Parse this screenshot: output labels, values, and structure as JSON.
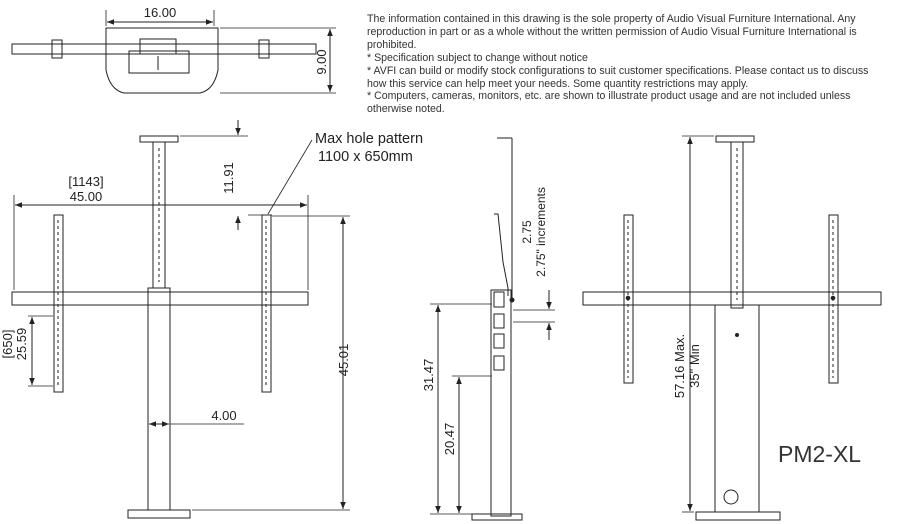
{
  "notes": [
    "The information contained in this drawing is the sole property of Audio Visual Furniture International. Any reproduction in part or as a whole without the written permission of Audio Visual Furniture International is prohibited.",
    "* Specification subject to change without notice",
    "* AVFI can build or modify stock configurations to suit customer specifications. Please contact us to discuss how this service can help meet your needs. Some quantity restrictions may apply.",
    "* Computers, cameras, monitors, etc. are shown to illustrate product usage and are not included unless otherwise noted."
  ],
  "top_view": {
    "width_dim": "16.00",
    "depth_dim": "9.00"
  },
  "front_view": {
    "callout_line1": "Max hole pattern",
    "callout_line2": "1100 x 650mm",
    "width_metric": "[1143]",
    "width_dim": "45.00",
    "top_offset_dim": "11.91",
    "rail_metric": "[650]",
    "rail_dim": "25.59",
    "height_dim": "45.01",
    "post_width_dim": "4.00"
  },
  "side_view": {
    "increment_dim": "2.75",
    "increment_label": "2.75\" increments",
    "upper_dim": "31.47",
    "lower_dim": "20.47"
  },
  "rear_view": {
    "max_label": "57.16 Max.",
    "min_label": "35\" Min"
  },
  "model": "PM2-XL",
  "colors": {
    "line": "#222222",
    "text": "#333333"
  }
}
